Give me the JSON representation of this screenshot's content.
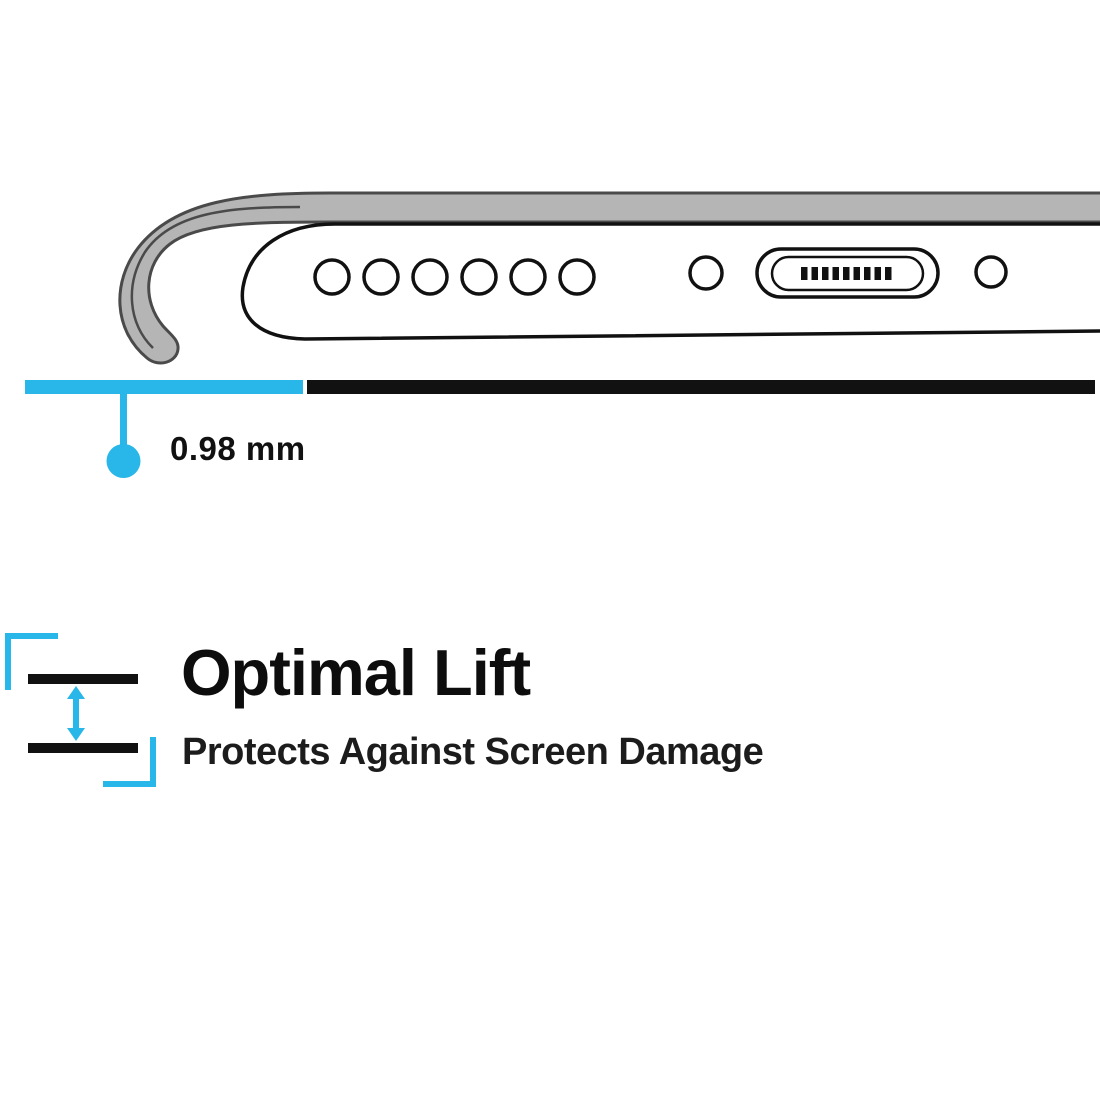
{
  "colors": {
    "accent_cyan": "#29b6e8",
    "ink_black": "#111111",
    "case_gray": "#b5b5b5",
    "case_outline_gray": "#4a4a4a",
    "background": "#ffffff"
  },
  "measurement": {
    "value": "0.98 mm"
  },
  "feature": {
    "title": "Optimal Lift",
    "subtitle": "Protects Against Screen Damage"
  },
  "illustration": {
    "name": "phone-bottom-edge-in-protective-case",
    "speaker_hole_count": 6,
    "screw_count": 2,
    "port_pin_count": 9
  },
  "icons": {
    "lift_icon": "double-arrow-between-surfaces",
    "pointer_dot": "measurement-pointer-dot"
  }
}
